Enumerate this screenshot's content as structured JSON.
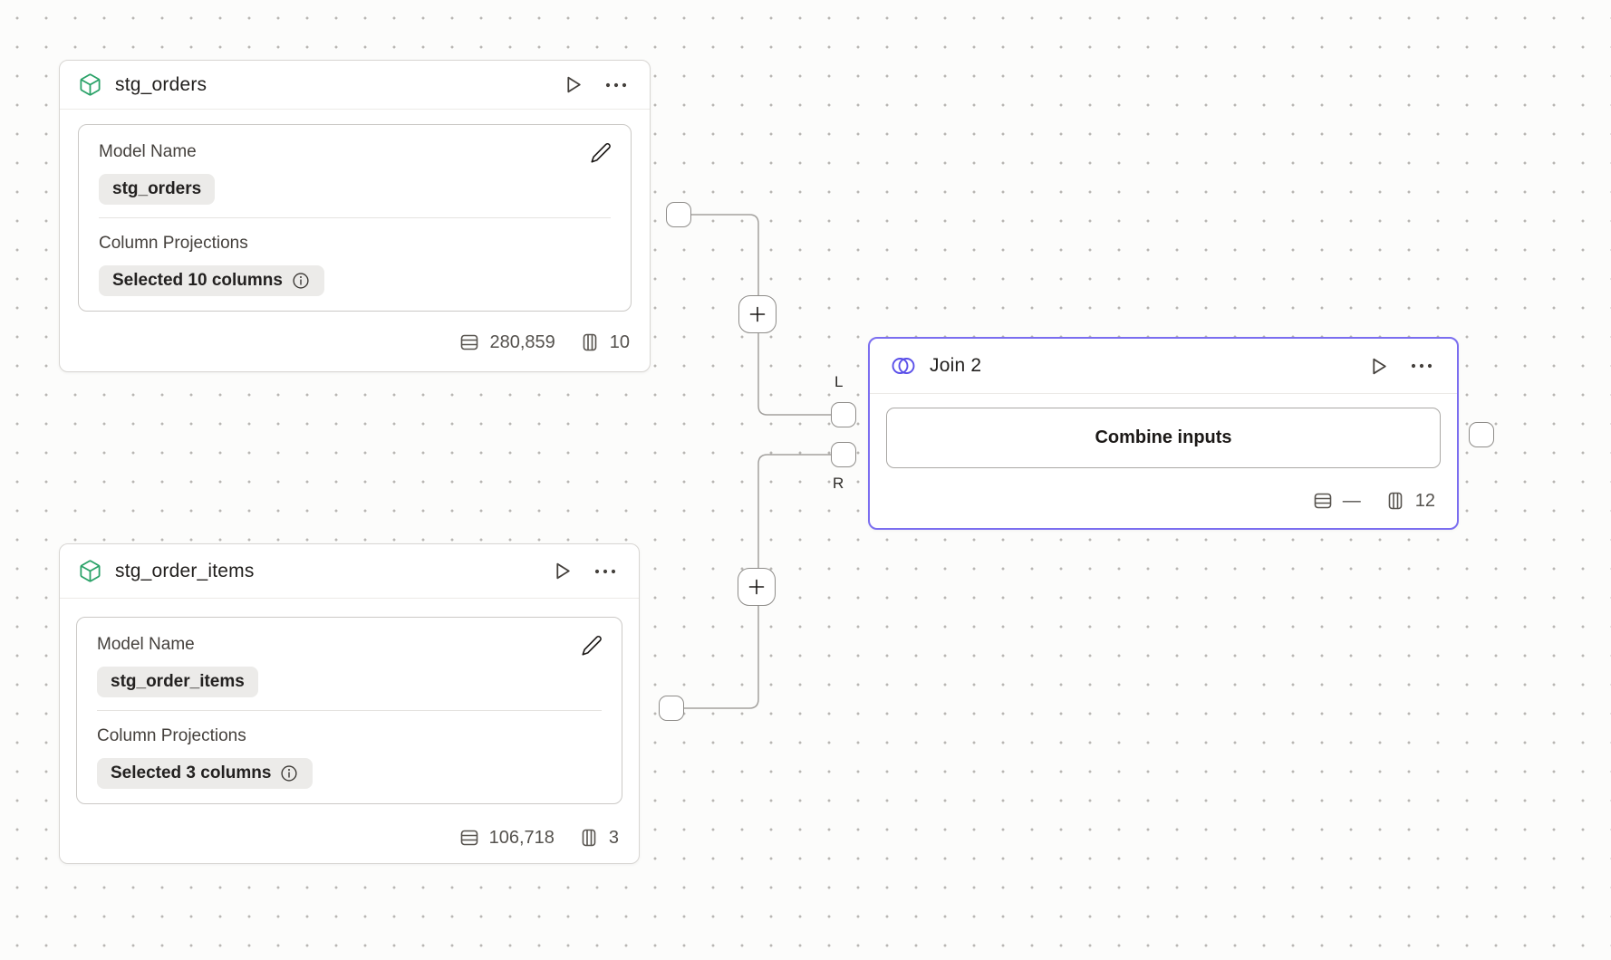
{
  "colors": {
    "accent_purple_border": "#7b6ef0",
    "join_icon_purple": "#5b50e9",
    "model_icon_green": "#2aa268",
    "edge_gray": "#a3a19e",
    "badge_bg": "#ecebe9",
    "canvas_bg": "#fcfcfb"
  },
  "icons": {
    "model": "cube-icon",
    "join": "venn-circles-icon",
    "run": "play-icon",
    "menu": "ellipsis-icon",
    "edit": "pencil-icon",
    "rows": "table-rows-icon",
    "columns": "table-columns-icon",
    "info": "info-circle-icon",
    "add": "plus-icon"
  },
  "nodes": {
    "stg_orders": {
      "title": "stg_orders",
      "model_name_label": "Model Name",
      "model_name_value": "stg_orders",
      "column_projections_label": "Column Projections",
      "column_projections_value": "Selected 10 columns",
      "row_count": "280,859",
      "column_count": "10"
    },
    "stg_order_items": {
      "title": "stg_order_items",
      "model_name_label": "Model Name",
      "model_name_value": "stg_order_items",
      "column_projections_label": "Column Projections",
      "column_projections_value": "Selected 3 columns",
      "row_count": "106,718",
      "column_count": "3"
    },
    "join2": {
      "title": "Join 2",
      "button_label": "Combine inputs",
      "row_count": "—",
      "column_count": "12",
      "left_port_label": "L",
      "right_port_label": "R"
    }
  }
}
